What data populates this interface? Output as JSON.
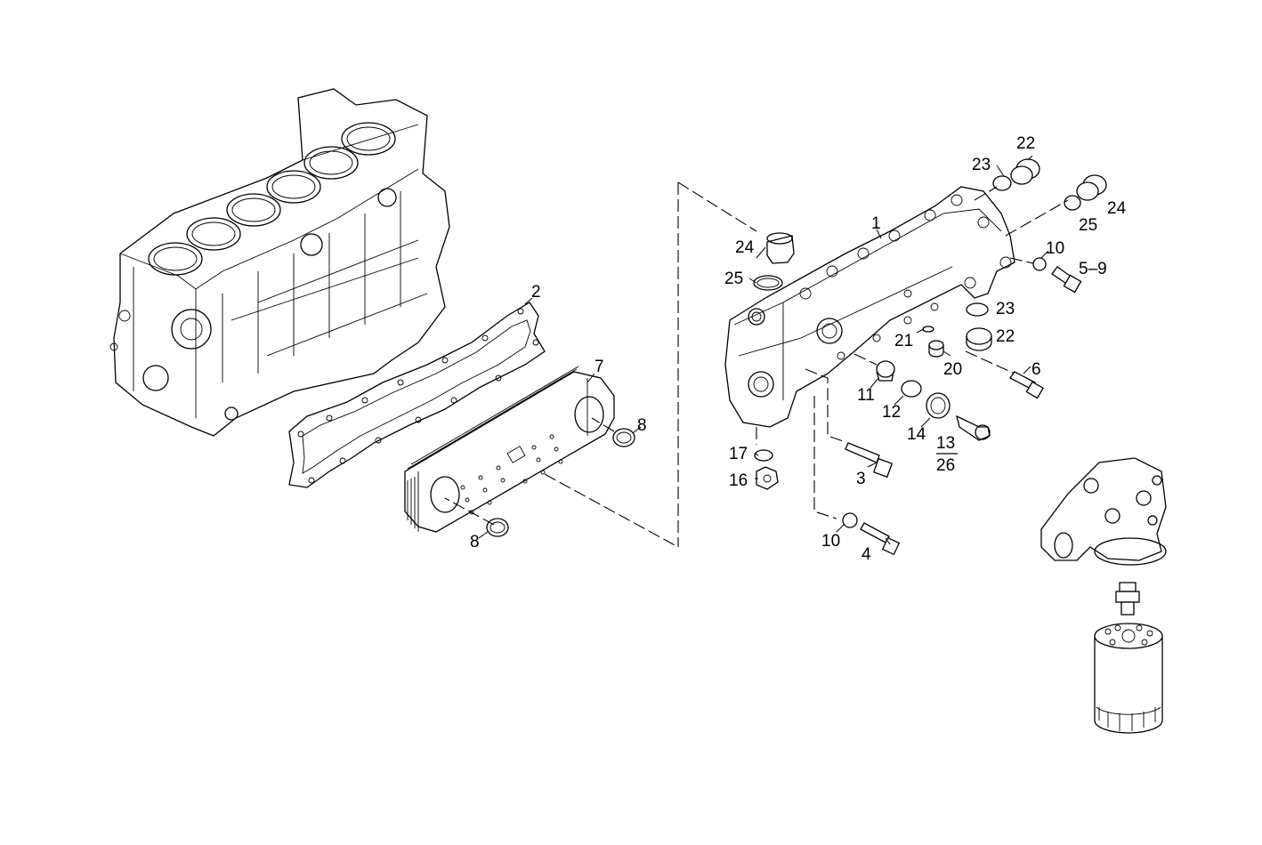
{
  "callouts": {
    "c1": "1",
    "c2": "2",
    "c3": "3",
    "c4": "4",
    "c5_9": "5–9",
    "c6": "6",
    "c7": "7",
    "c8a": "8",
    "c8b": "8",
    "c10a": "10",
    "c10b": "10",
    "c11": "11",
    "c12": "12",
    "c13": "13",
    "c14": "14",
    "c16": "16",
    "c17": "17",
    "c20": "20",
    "c21": "21",
    "c22a": "22",
    "c22b": "22",
    "c23a": "23",
    "c23b": "23",
    "c24a": "24",
    "c24b": "24",
    "c25a": "25",
    "c25b": "25",
    "c26": "26"
  }
}
